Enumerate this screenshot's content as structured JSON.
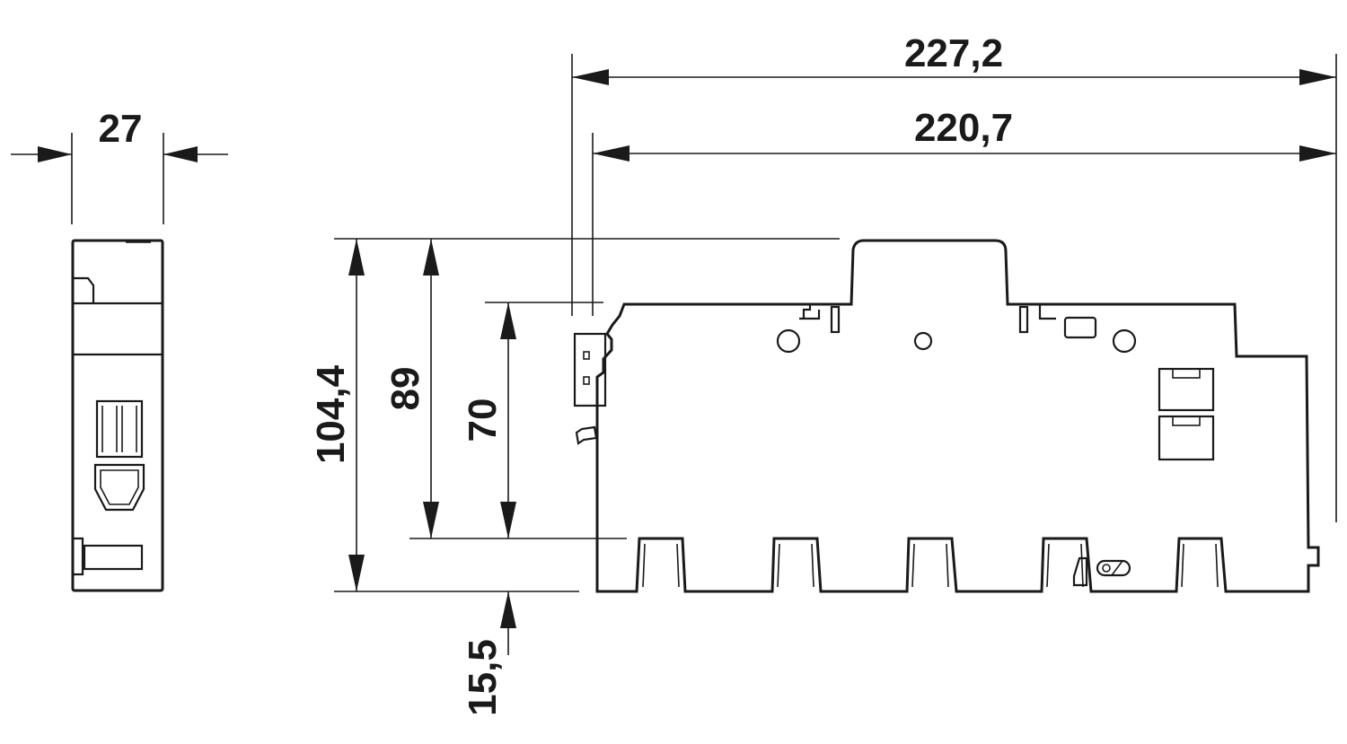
{
  "drawing": {
    "side_view": {
      "width_dimension": "27"
    },
    "front_view": {
      "overall_length_dimension": "227,2",
      "body_length_dimension": "220,7",
      "overall_height_dimension": "104,4",
      "height_89_dimension": "89",
      "height_70_dimension": "70",
      "bottom_offset_dimension": "15,5"
    }
  }
}
